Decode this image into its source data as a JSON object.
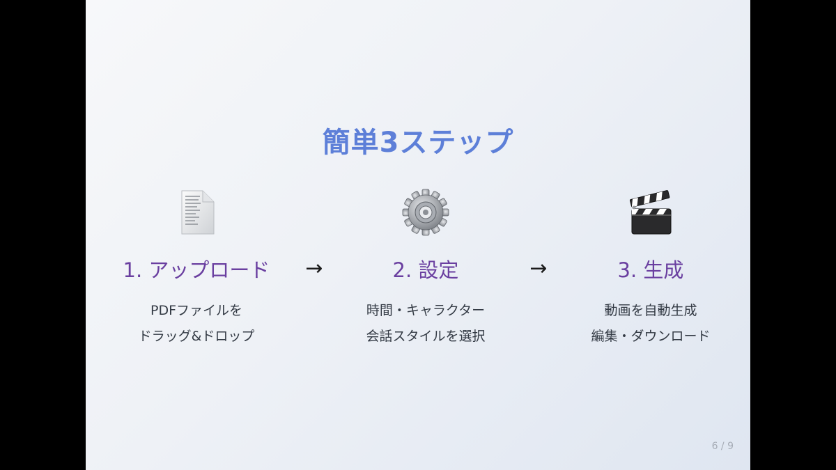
{
  "slide": {
    "title": "簡単3ステップ",
    "steps": [
      {
        "icon": "document-icon",
        "title": "1. アップロード",
        "desc_line1": "PDFファイルを",
        "desc_line2": "ドラッグ&ドロップ"
      },
      {
        "icon": "gear-icon",
        "title": "2. 設定",
        "desc_line1": "時間・キャラクター",
        "desc_line2": "会話スタイルを選択"
      },
      {
        "icon": "clapperboard-icon",
        "title": "3. 生成",
        "desc_line1": "動画を自動生成",
        "desc_line2": "編集・ダウンロード"
      }
    ],
    "arrow_glyph": "→",
    "page_indicator": "6 / 9"
  },
  "colors": {
    "title": "#5d7fd8",
    "step_title": "#6a3fa0",
    "body_text": "#333a44",
    "page_indicator": "#a6acb6",
    "letterbox": "#000000"
  }
}
